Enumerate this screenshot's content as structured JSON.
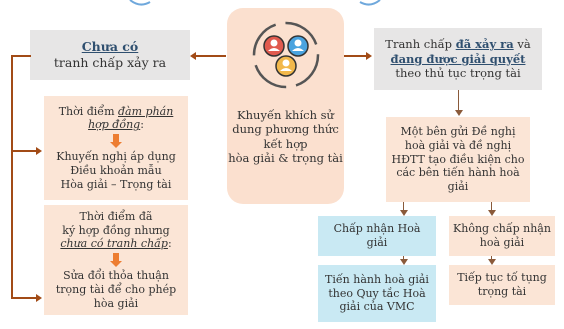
{
  "left_header": {
    "line1": "Chưa có",
    "line2": "tranh chấp xảy ra"
  },
  "left_box1": {
    "line1": "Thời điểm ",
    "line1_em": "đàm phán",
    "line2_em": "hợp đồng",
    "line2_tail": ":",
    "line3": "Khuyến nghị áp dụng",
    "line4": "Điều khoản mẫu",
    "line5": "Hòa giải – Trọng tài"
  },
  "left_box2": {
    "line1": "Thời điểm đã",
    "line2": "ký hợp đồng nhưng",
    "line3_em": "chưa có tranh chấp",
    "line3_tail": ":",
    "line4": "Sửa đổi thỏa thuận",
    "line5": "trọng tài để cho phép",
    "line6": "hòa giải"
  },
  "center_box": {
    "icon": "people-cycle-icon",
    "line1": "Khuyến khích sử",
    "line2": "dung phương thức",
    "line3": "kết hợp",
    "line4": "hòa giải & trọng tài"
  },
  "right_header": {
    "line1a": "Tranh chấp ",
    "line1b": "đã xảy ra",
    "line1c": " và",
    "line2": "đang được giải quyết",
    "line3": "theo thủ tục trọng tài"
  },
  "right_proc": {
    "line1": "Một bên gửi Đề nghị",
    "line2": "hoà giải và đề nghị",
    "line3": "HĐTT tạo điều kiện cho",
    "line4": "các bên tiến hành hoà",
    "line5": "giải"
  },
  "accept": {
    "line1": "Chấp nhận Hoà",
    "line2": "giải"
  },
  "reject": {
    "line1": "Không chấp nhận",
    "line2": "hoà giải"
  },
  "conduct": {
    "line1": "Tiến hành hoà giải",
    "line2": "theo Quy tắc Hoà",
    "line3": "giải của VMC"
  },
  "continue": {
    "line1": "Tiếp tục tố tụng",
    "line2": "trọng tài"
  },
  "colors": {
    "arrow": "#a24b16",
    "accent_orange": "#ed7d31",
    "peach": "#fbe5d6",
    "grey": "#e7e6e6",
    "blue": "#c9e9f3"
  }
}
